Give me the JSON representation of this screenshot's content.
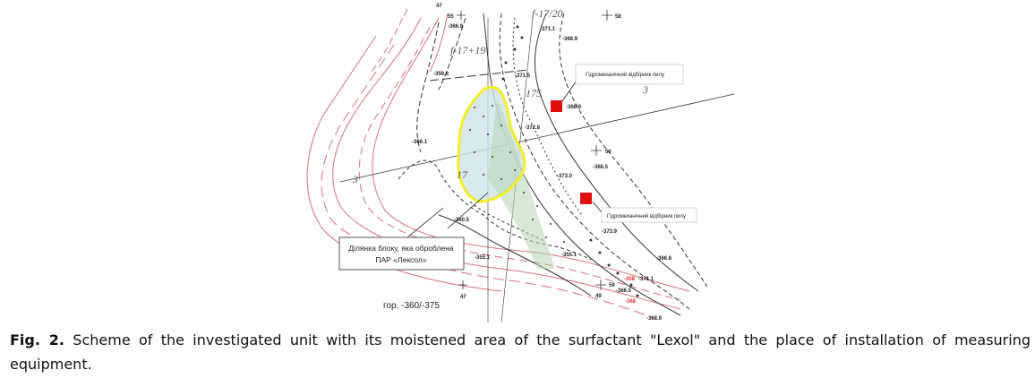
{
  "figure": {
    "grid_marks": {
      "m47_top": "47",
      "m55": "55",
      "m58": "58",
      "m56": "56",
      "m59": "59",
      "m49": "49",
      "m47_bottom": "47"
    },
    "elevations": {
      "e1": "-366.9",
      "e2": "-371.1",
      "e3": "-368.9",
      "e4": "-359.8",
      "e5": "-371.5",
      "e6": "-368.9",
      "e7": "-372.8",
      "e8": "-366.1",
      "e9": "-366.5",
      "e10": "-373.0",
      "e11": "-373.9",
      "e12": "-360.5",
      "e13": "-366.8",
      "e14": "-355.1",
      "e15": "-355.1",
      "e16": "-371.1",
      "e17": "-358",
      "e18": "-366.5",
      "e19": "-368",
      "e20": "-368.9"
    },
    "handwritten": {
      "h1": "f-17/20",
      "h2": "f-17+19",
      "h3": "175",
      "h4": "17",
      "h5": "3",
      "h6": "3"
    },
    "equipment_label_1": "Гідромеханічний відбірник пилу",
    "equipment_label_2": "Гідромеханічний відбірник пилу",
    "area_label_line1": "Ділянка блоку, яка оброблена",
    "area_label_line2": "ПАР «Лексол»",
    "horizon_label": "гор. -360/-375",
    "colors": {
      "moist_outline": "#f2ee2a",
      "equipment": "#e01010",
      "contour_red": "#d9707a"
    }
  },
  "caption": {
    "fig_label": "Fig. 2.",
    "text": " Scheme of the investigated unit with its moistened area of the surfactant \"Lexol\" and the place of installation of measuring equipment."
  }
}
